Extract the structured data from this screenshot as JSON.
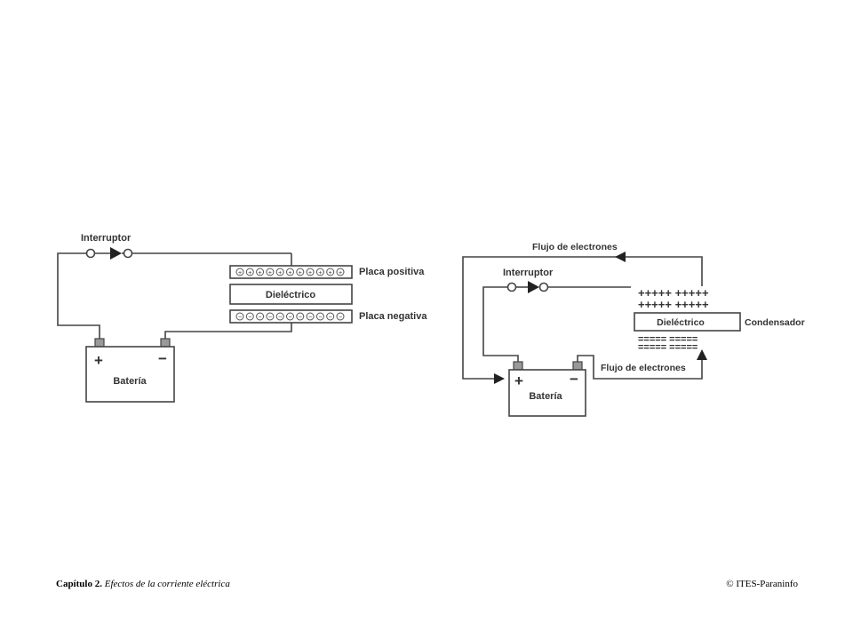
{
  "left_circuit": {
    "switch_label": "Interruptor",
    "positive_plate_label": "Placa positiva",
    "dielectric_label": "Dieléctrico",
    "negative_plate_label": "Placa negativa",
    "battery_label": "Batería",
    "plus_sign": "+",
    "minus_sign": "−",
    "positive_charge_symbol": "+",
    "negative_charge_symbol": "−"
  },
  "right_circuit": {
    "top_flow_label": "Flujo de electrones",
    "switch_label": "Interruptor",
    "positive_charges_row1": "+++++ +++++",
    "positive_charges_row2": "+++++ +++++",
    "dielectric_label": "Dieléctrico",
    "capacitor_label": "Condensador",
    "negative_charges_row1": "===== =====",
    "negative_charges_row2": "===== =====",
    "bottom_flow_label": "Flujo de electrones",
    "battery_label": "Batería",
    "plus_sign": "+",
    "minus_sign": "−"
  },
  "footer": {
    "chapter": "Capítulo 2.",
    "subtitle": "Efectos de la corriente eléctrica",
    "copyright": "© ITES-Paraninfo"
  }
}
